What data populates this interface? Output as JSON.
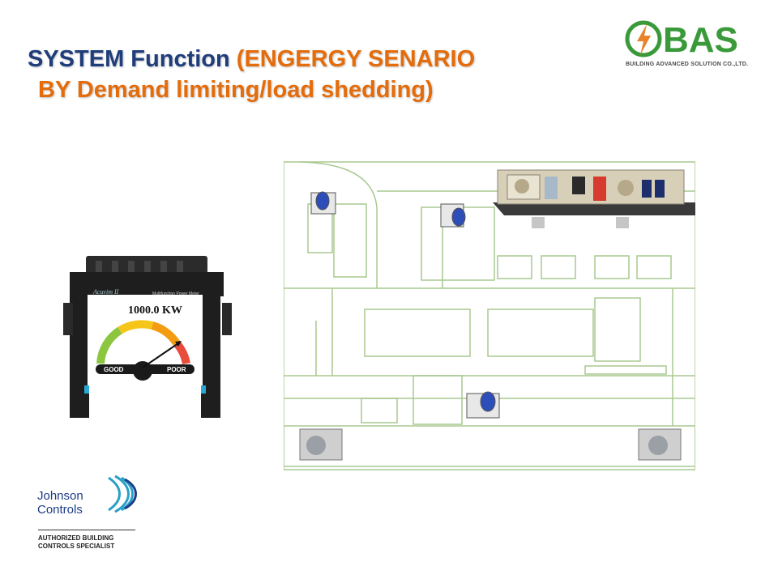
{
  "title": {
    "part1": "SYSTEM Function ",
    "part2": "(ENGERGY SENARIO",
    "line2": "BY Demand limiting/load shedding)"
  },
  "logo": {
    "name": "BAS",
    "subtitle": "BUILDING ADVANCED SOLUTION CO.,LTD.",
    "icon": "lightning-bolt-icon",
    "colors": {
      "green": "#3a9a3a",
      "orange": "#e8832a"
    }
  },
  "meter": {
    "brand": "Acuvim II",
    "model": "Multifunction Power Meter",
    "reading": "1000.0 KW",
    "gauge_good": "GOOD",
    "gauge_poor": "POOR"
  },
  "partner": {
    "name_line1": "Johnson",
    "name_line2": "Controls",
    "tagline_line1": "AUTHORIZED BUILDING",
    "tagline_line2": "CONTROLS SPECIALIST",
    "color": "#1c3c86"
  }
}
